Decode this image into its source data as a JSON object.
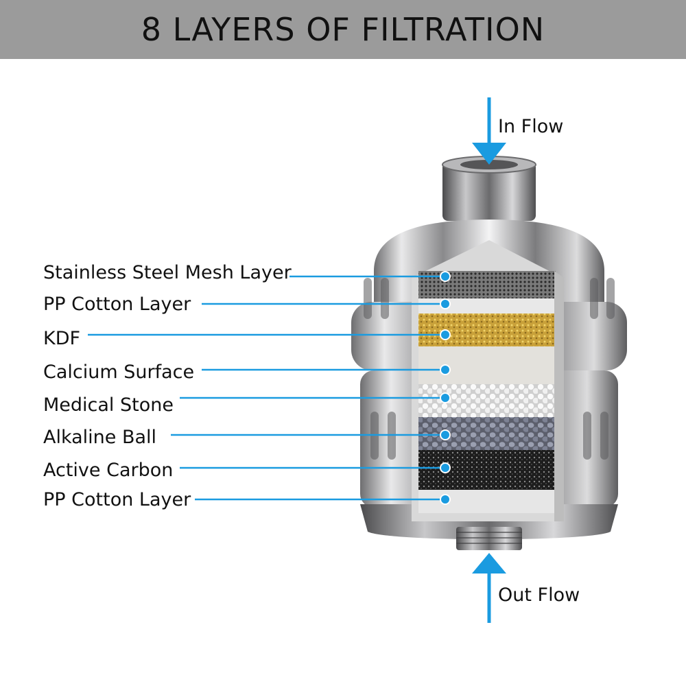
{
  "title": "8 LAYERS OF FILTRATION",
  "flow": {
    "in_label": "In Flow",
    "out_label": "Out Flow"
  },
  "layers": [
    {
      "label": "Stainless Steel Mesh Layer"
    },
    {
      "label": "PP Cotton Layer"
    },
    {
      "label": "KDF"
    },
    {
      "label": "Calcium Surface"
    },
    {
      "label": "Medical Stone"
    },
    {
      "label": "Alkaline Ball"
    },
    {
      "label": "Active Carbon"
    },
    {
      "label": "PP Cotton Layer"
    }
  ],
  "colors": {
    "accent": "#1a9be0",
    "title_bar": "#9b9b9b"
  }
}
